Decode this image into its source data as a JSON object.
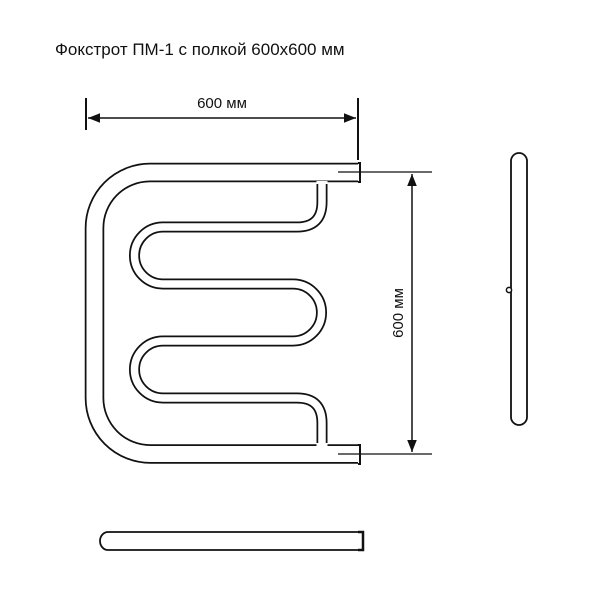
{
  "title": "Фокстрот ПМ-1 с полкой 600x600 мм",
  "dimensions": {
    "width_label": "600 мм",
    "height_label": "600 мм"
  },
  "colors": {
    "line": "#111111",
    "background": "#ffffff"
  }
}
